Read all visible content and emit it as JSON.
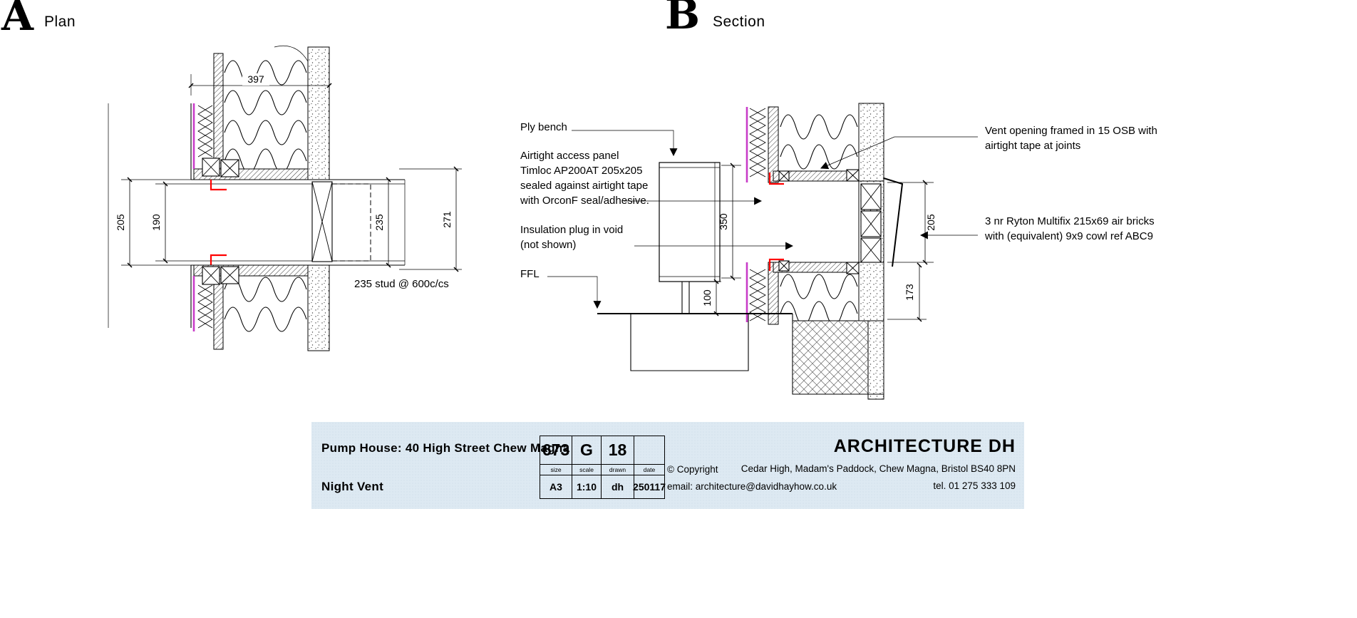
{
  "panels": {
    "a": {
      "letter": "A",
      "title": "Plan"
    },
    "b": {
      "letter": "B",
      "title": "Section"
    }
  },
  "plan": {
    "dim_397": "397",
    "dim_205": "205",
    "dim_190": "190",
    "dim_235": "235",
    "dim_271": "271",
    "stud_note": "235 stud @ 600c/cs"
  },
  "section": {
    "dim_350": "350",
    "dim_100": "100",
    "dim_205": "205",
    "dim_173": "173",
    "labels": {
      "ply_bench": "Ply bench",
      "access_panel_1": "Airtight access panel",
      "access_panel_2": "Timloc AP200AT 205x205",
      "access_panel_3": "sealed against airtight tape",
      "access_panel_4": "with OrconF seal/adhesive.",
      "insulation_plug_1": "Insulation plug in void",
      "insulation_plug_2": "(not shown)",
      "ffl": "FFL",
      "vent_opening_1": "Vent opening framed in 15 OSB with",
      "vent_opening_2": "airtight tape at joints",
      "air_bricks_1": "3 nr Ryton Multifix 215x69 air bricks",
      "air_bricks_2": "with (equivalent) 9x9 cowl ref ABC9"
    }
  },
  "title_block": {
    "project": "Pump House: 40 High Street Chew Magna",
    "drawing_title": "Night Vent",
    "drawing_number": "673",
    "revision": "G",
    "sheet": "18",
    "fields": {
      "size_label": "size",
      "size_value": "A3",
      "scale_label": "scale",
      "scale_value": "1:10",
      "drawn_label": "drawn",
      "drawn_value": "dh",
      "date_label": "date",
      "date_value": "250117"
    },
    "copyright": "© Copyright",
    "email": "email: architecture@davidhayhow.co.uk",
    "firm": "ARCHITECTURE DH",
    "address": "Cedar High, Madam's Paddock, Chew Magna, Bristol BS40 8PN",
    "tel": "tel. 01 275 333 109"
  },
  "colors": {
    "airtight_tape_red": "#ff0000",
    "membrane_magenta": "#c83cc8",
    "title_block_bg": "#dde9f2"
  }
}
